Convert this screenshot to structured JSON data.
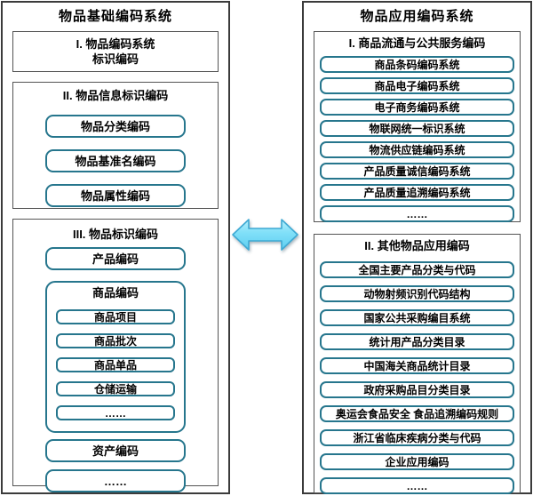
{
  "left_panel": {
    "title": "物品基础编码系统",
    "section1": {
      "line1": "I. 物品编码系统",
      "line2": "标识编码"
    },
    "section2": {
      "title": "II. 物品信息标识编码",
      "items": [
        "物品分类编码",
        "物品基准名编码",
        "物品属性编码"
      ]
    },
    "section3": {
      "title": "III. 物品标识编码",
      "product_item": "产品编码",
      "commodity_group": {
        "title": "商品编码",
        "items": [
          "商品项目",
          "商品批次",
          "商品单品",
          "仓储运输",
          "……"
        ]
      },
      "asset_item": "资产编码",
      "more_item": "……"
    }
  },
  "right_panel": {
    "title": "物品应用编码系统",
    "section1": {
      "title": "I. 商品流通与公共服务编码",
      "items": [
        "商品条码编码系统",
        "商品电子编码系统",
        "电子商务编码系统",
        "物联网统一标识系统",
        "物流供应链编码系统",
        "产品质量诚信编码系统",
        "产品质量追溯编码系统",
        "……"
      ]
    },
    "section2": {
      "title": "II. 其他物品应用编码",
      "items": [
        "全国主要产品分类与代码",
        "动物射频识别代码结构",
        "国家公共采购编目系统",
        "统计用产品分类目录",
        "中国海关商品统计目录",
        "政府采购品目分类目录",
        "奥运会食品安全 食品追溯编码规则",
        "浙江省临床疾病分类与代码",
        "企业应用编码",
        "……"
      ]
    }
  },
  "connector": {
    "icon": "double-headed-arrow"
  },
  "colors": {
    "pill_border": "#26768d",
    "panel_border": "#3b3b3b",
    "section_border": "#545454",
    "arrow_fill_top": "#a9ecfb",
    "arrow_fill_bottom": "#5fcef0",
    "arrow_stroke": "#3ea9d3"
  }
}
